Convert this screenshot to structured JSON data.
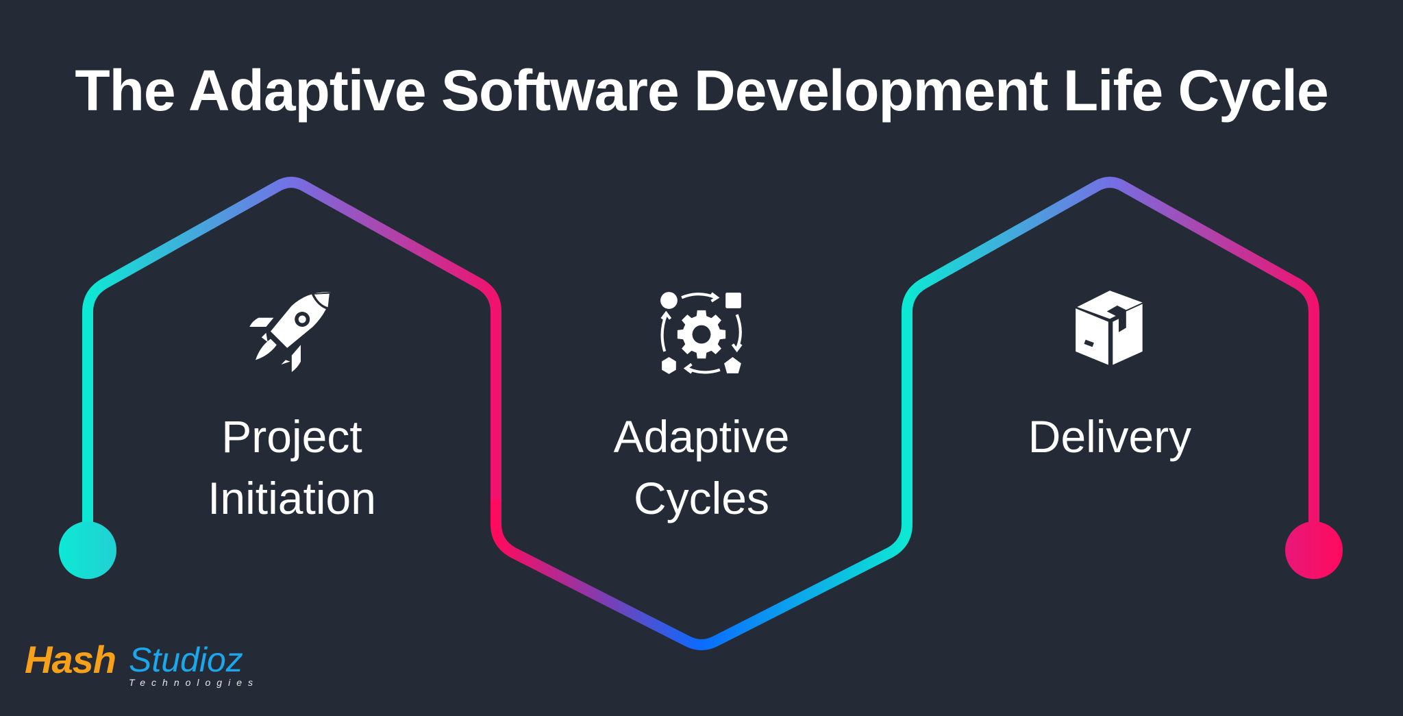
{
  "title": "The Adaptive Software Development Life Cycle",
  "stages": [
    {
      "label_line1": "Project",
      "label_line2": "Initiation",
      "icon": "rocket-icon"
    },
    {
      "label_line1": "Adaptive",
      "label_line2": "Cycles",
      "icon": "process-cycle-gear-icon"
    },
    {
      "label_line1": "Delivery",
      "label_line2": "",
      "icon": "package-box-icon"
    }
  ],
  "colors": {
    "background": "#252b36",
    "cyan": "#0de8d4",
    "purple": "#7b6ee6",
    "magenta": "#ff0a5e",
    "blue": "#0a6cff",
    "text": "#ffffff"
  },
  "logo": {
    "part1": "Hash",
    "part2": "Studioz",
    "tagline": "Technologies",
    "color1": "#f7a11a",
    "color2": "#1aa7ec"
  }
}
